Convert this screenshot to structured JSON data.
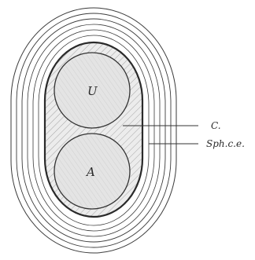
{
  "figure": {
    "labels": {
      "upper_sphere": "U",
      "lower_sphere": "A",
      "capsule": "C.",
      "sphincter": "Sph.c.e."
    },
    "colors": {
      "line": "#3a3a3a",
      "fill": "#e9e9e9",
      "background": "#ffffff"
    }
  }
}
